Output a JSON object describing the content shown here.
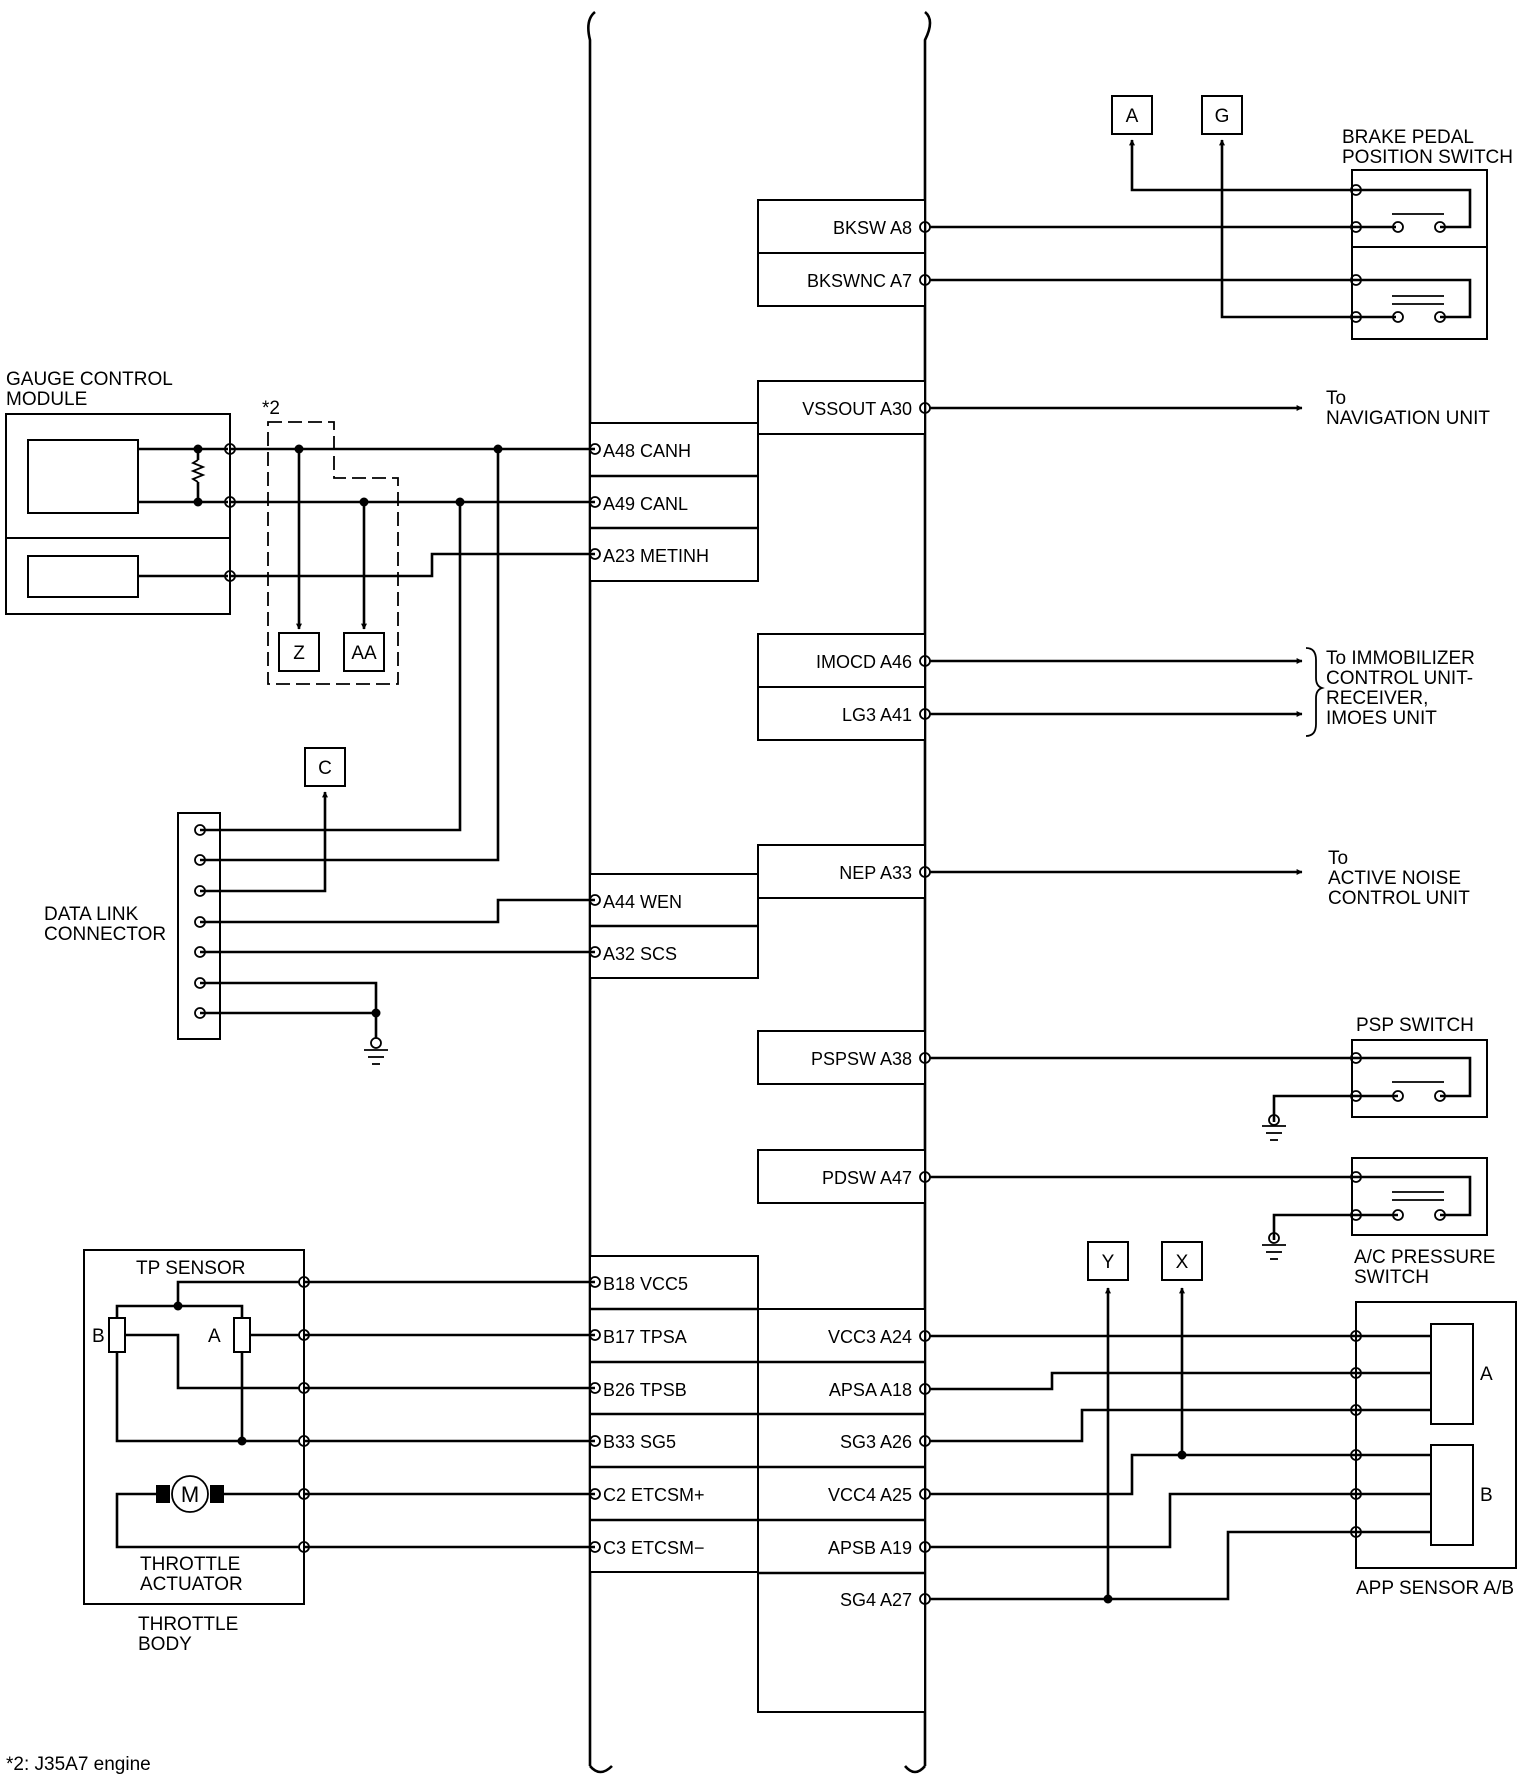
{
  "ecm_pins_right": [
    {
      "id": "bksw",
      "label": "BKSW A8"
    },
    {
      "id": "bkswnc",
      "label": "BKSWNC A7"
    },
    {
      "id": "vssout",
      "label": "VSSOUT A30"
    },
    {
      "id": "imocd",
      "label": "IMOCD A46"
    },
    {
      "id": "lg3",
      "label": "LG3 A41"
    },
    {
      "id": "nep",
      "label": "NEP A33"
    },
    {
      "id": "pspsw",
      "label": "PSPSW A38"
    },
    {
      "id": "pdsw",
      "label": "PDSW A47"
    },
    {
      "id": "vcc3",
      "label": "VCC3 A24"
    },
    {
      "id": "apsa",
      "label": "APSA A18"
    },
    {
      "id": "sg3",
      "label": "SG3 A26"
    },
    {
      "id": "vcc4",
      "label": "VCC4 A25"
    },
    {
      "id": "apsb",
      "label": "APSB A19"
    },
    {
      "id": "sg4",
      "label": "SG4 A27"
    }
  ],
  "ecm_pins_left": [
    {
      "id": "canh",
      "label": "A48 CANH"
    },
    {
      "id": "canl",
      "label": "A49 CANL"
    },
    {
      "id": "metinh",
      "label": "A23 METINH"
    },
    {
      "id": "wen",
      "label": "A44 WEN"
    },
    {
      "id": "scs",
      "label": "A32 SCS"
    },
    {
      "id": "vcc5",
      "label": "B18 VCC5"
    },
    {
      "id": "tpsa",
      "label": "B17 TPSA"
    },
    {
      "id": "tpsb",
      "label": "B26 TPSB"
    },
    {
      "id": "sg5",
      "label": "B33 SG5"
    },
    {
      "id": "etcsmp",
      "label": "C2 ETCSM+"
    },
    {
      "id": "etcsmm",
      "label": "C3 ETCSM−"
    }
  ],
  "refs": {
    "a": "A",
    "g": "G",
    "c": "C",
    "z": "Z",
    "aa": "AA",
    "y": "Y",
    "x": "X"
  },
  "components": {
    "brake_l1": "BRAKE PEDAL",
    "brake_l2": "POSITION SWITCH",
    "gauge_l1": "GAUGE CONTROL",
    "gauge_l2": "MODULE",
    "dlc_l1": "DATA LINK",
    "dlc_l2": "CONNECTOR",
    "psp": "PSP SWITCH",
    "ac_l1": "A/C PRESSURE",
    "ac_l2": "SWITCH",
    "app": "APP SENSOR A/B",
    "app_a": "A",
    "app_b": "B",
    "tp": "TP SENSOR",
    "tp_a": "A",
    "tp_b": "B",
    "motor": "M",
    "actuator_l1": "THROTTLE",
    "actuator_l2": "ACTUATOR",
    "body_l1": "THROTTLE",
    "body_l2": "BODY"
  },
  "destinations": {
    "nav_l1": "To",
    "nav_l2": "NAVIGATION UNIT",
    "imm_l1": "To IMMOBILIZER",
    "imm_l2": "CONTROL UNIT-",
    "imm_l3": "RECEIVER,",
    "imm_l4": "IMOES UNIT",
    "anc_l1": "To",
    "anc_l2": "ACTIVE NOISE",
    "anc_l3": "CONTROL UNIT"
  },
  "notes": {
    "marker": "*2",
    "footnote": "*2: J35A7 engine"
  }
}
